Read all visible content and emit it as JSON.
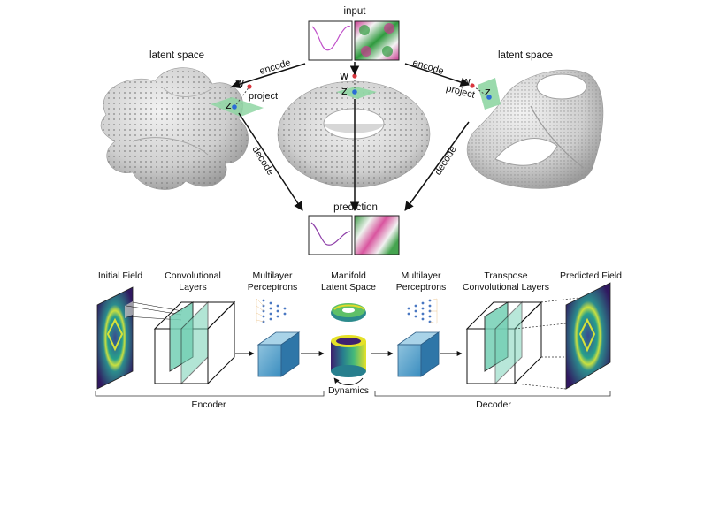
{
  "top_panel": {
    "input_label": "input",
    "prediction_label": "prediction",
    "latent_left_label": "latent space",
    "latent_right_label": "latent space",
    "encode_left": "encode",
    "encode_right": "encode",
    "decode_left": "decode",
    "decode_right": "decode",
    "project_left": "project",
    "project_right": "project",
    "w_symbol": "w",
    "z_symbol": "z"
  },
  "pipeline": {
    "initial_field": "Initial Field",
    "conv_layers_1": "Convolutional",
    "conv_layers_2": "Layers",
    "mlp_left_1": "Multilayer",
    "mlp_left_2": "Perceptrons",
    "manifold_1": "Manifold",
    "manifold_2": "Latent Space",
    "mlp_right_1": "Multilayer",
    "mlp_right_2": "Perceptrons",
    "transpose_1": "Transpose",
    "transpose_2": "Convolutional Layers",
    "predicted_field": "Predicted Field",
    "dynamics": "Dynamics",
    "encoder": "Encoder",
    "decoder": "Decoder"
  },
  "colors": {
    "surface": "#d4d4d4",
    "encode_arrow": "#111111",
    "plane": "#8fd6a3",
    "w_point": "#d9363e",
    "z_point": "#2b6bd6",
    "input_curve": "#c04fc9",
    "field_dark": "#3b1f66",
    "field_bright": "#d6e23a",
    "conv_plane": "#74d0b4",
    "mlp_cube": "#3a8dbf"
  }
}
